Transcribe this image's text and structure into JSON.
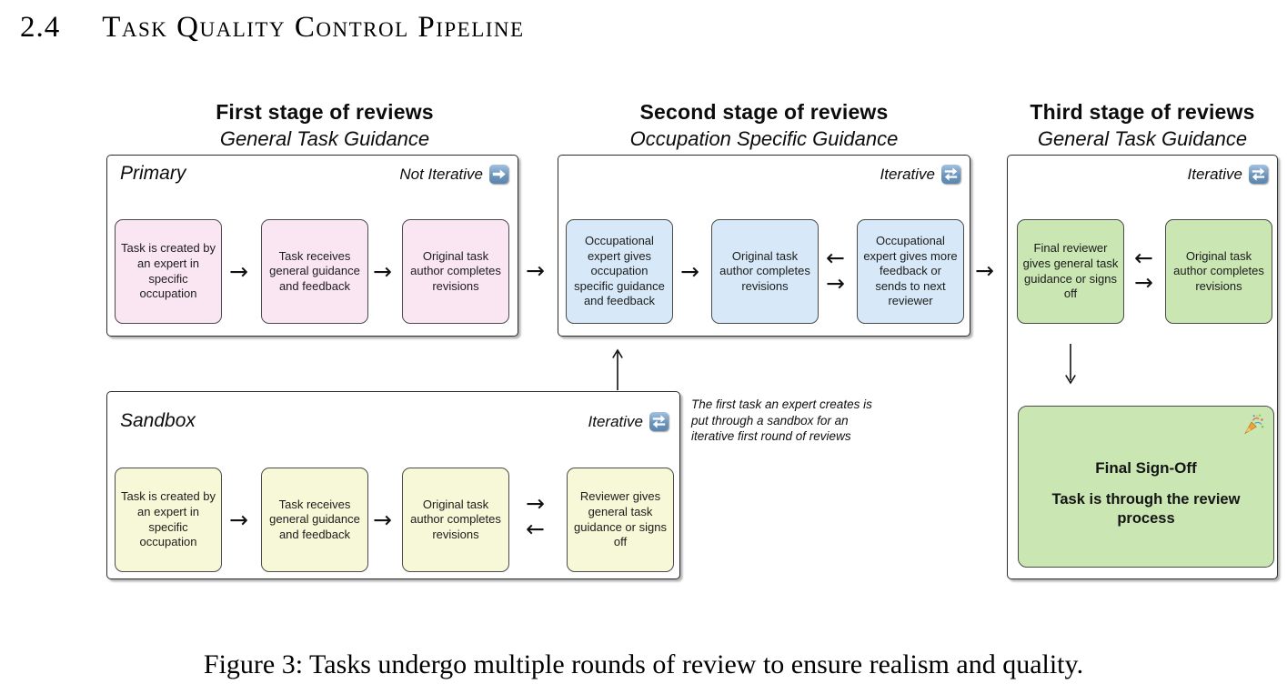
{
  "document": {
    "section_number": "2.4",
    "section_title": "Task Quality Control Pipeline",
    "figure_caption": "Figure 3: Tasks undergo multiple rounds of review to ensure realism and quality."
  },
  "stage_headers": [
    {
      "title": "First stage of reviews",
      "subtitle": "General Task Guidance"
    },
    {
      "title": "Second stage of reviews",
      "subtitle": "Occupation Specific Guidance"
    },
    {
      "title": "Third stage of reviews",
      "subtitle": "General Task Guidance"
    }
  ],
  "primary": {
    "label": "Primary",
    "badge_label": "Not Iterative",
    "badge_icon": "arrow-right-icon",
    "steps": [
      "Task is created by an expert in specific occupation",
      "Task receives general guidance and feedback",
      "Original task author completes revisions"
    ]
  },
  "second_stage": {
    "badge_label": "Iterative",
    "badge_icon": "repeat-icon",
    "steps": [
      "Occupational expert gives occupation specific guidance and feedback",
      "Original task author completes revisions",
      "Occupational expert gives more feedback or sends to next reviewer"
    ]
  },
  "third_stage": {
    "badge_label": "Iterative",
    "badge_icon": "repeat-icon",
    "steps": [
      "Final reviewer gives general task guidance or signs off",
      "Original task author completes revisions"
    ],
    "final_signoff": {
      "icon": "party-popper-icon",
      "title": "Final Sign-Off",
      "body": "Task is through the review process"
    }
  },
  "sandbox": {
    "label": "Sandbox",
    "badge_label": "Iterative",
    "badge_icon": "repeat-icon",
    "steps": [
      "Task is created by an expert in specific occupation",
      "Task receives general guidance and feedback",
      "Original task author completes revisions",
      "Reviewer gives general task guidance or signs off"
    ]
  },
  "sandbox_note": "The first task an expert creates is put through a sandbox for an iterative first round of reviews",
  "glyphs": {
    "right_arrow": "→",
    "left_arrow": "←"
  },
  "colors": {
    "pink_step": "#fae5f3",
    "blue_step": "#d7e9f8",
    "green_step": "#c9e6b3",
    "yellow_step": "#f7f8d8",
    "badge_blue": "#6d95bc"
  }
}
